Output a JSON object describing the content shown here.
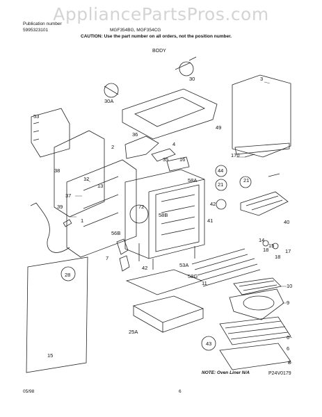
{
  "watermark": "AppliancePartsPros.com",
  "header": {
    "pub_label": "Publication number",
    "pub_number": "5995323101",
    "models": "MGF354BG, MGF354CG",
    "caution": "CAUTION: Use the part number on all orders, not the position number."
  },
  "section_title": "BODY",
  "callouts": [
    "53",
    "30",
    "30A",
    "49",
    "3",
    "36",
    "35",
    "38",
    "12",
    "13",
    "37",
    "1",
    "39",
    "2",
    "4",
    "58A",
    "44",
    "21",
    "21",
    "42",
    "17",
    "40",
    "72",
    "41",
    "58B",
    "56B",
    "7",
    "53A",
    "58G",
    "18",
    "16",
    "14",
    "15",
    "18",
    "28",
    "42",
    "25A",
    "10",
    "9",
    "6",
    "43",
    "6",
    "8",
    "170",
    "11",
    "15"
  ],
  "note": "NOTE: Oven Liner N/A",
  "drawing_number": "P24V0179",
  "date": "05/98",
  "page": "6"
}
